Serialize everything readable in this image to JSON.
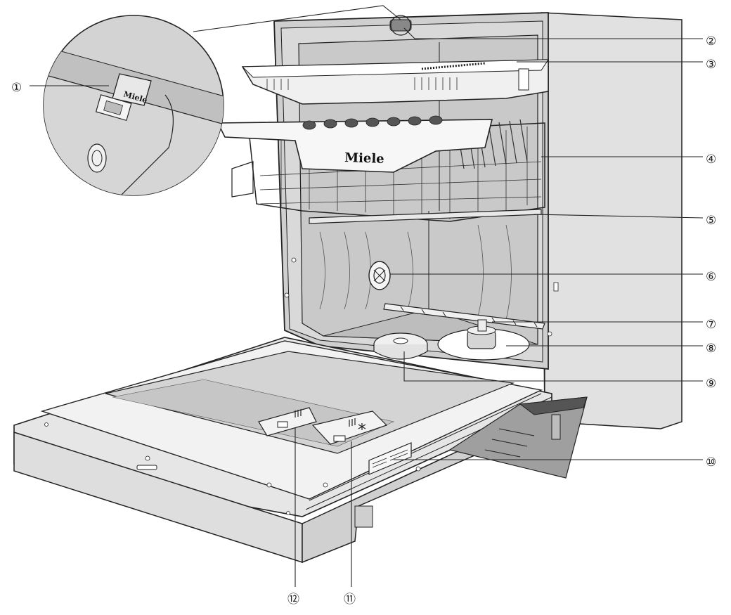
{
  "diagram": {
    "brand_logo": "Miele",
    "callouts": [
      {
        "id": 1,
        "label": "①"
      },
      {
        "id": 2,
        "label": "②"
      },
      {
        "id": 3,
        "label": "③"
      },
      {
        "id": 4,
        "label": "④"
      },
      {
        "id": 5,
        "label": "⑤"
      },
      {
        "id": 6,
        "label": "⑥"
      },
      {
        "id": 7,
        "label": "⑦"
      },
      {
        "id": 8,
        "label": "⑧"
      },
      {
        "id": 9,
        "label": "⑨"
      },
      {
        "id": 10,
        "label": "⑩"
      },
      {
        "id": 11,
        "label": "⑪"
      },
      {
        "id": 12,
        "label": "⑫"
      }
    ],
    "colors": {
      "cabinet": "#d9d9d9",
      "cabinet_side": "#e3e3e3",
      "interior": "#c8c8c8",
      "dark": "#3a3a3a",
      "outline": "#222222",
      "rack_light": "#f2f2f2"
    }
  }
}
